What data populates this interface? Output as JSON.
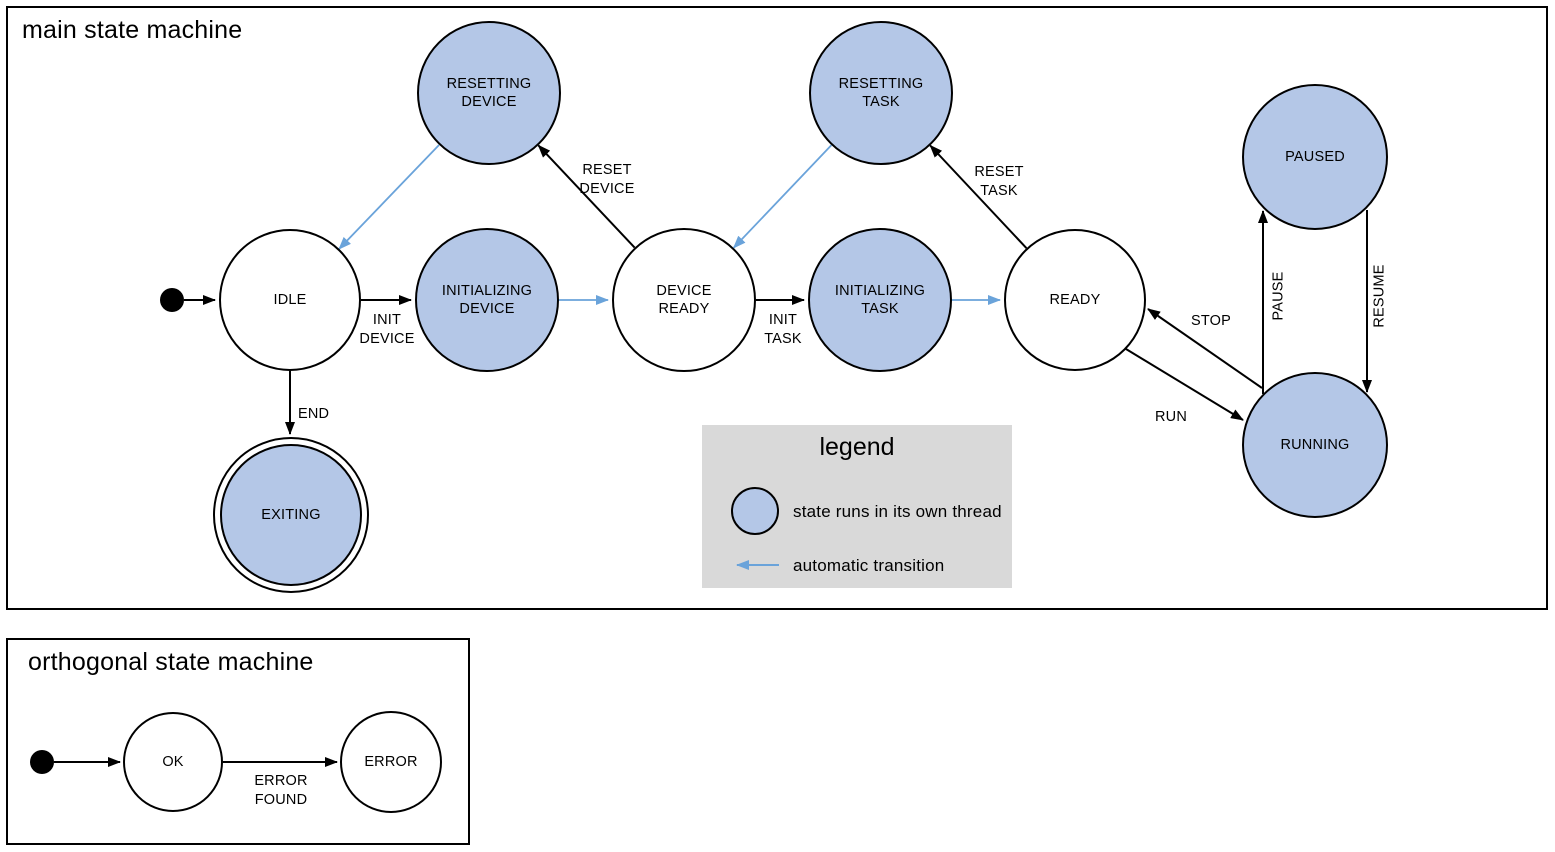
{
  "colors": {
    "threaded_state_fill": "#b4c7e7",
    "automatic_transition_arrow": "#6aa3da",
    "normal_edge": "#000000",
    "legend_background": "#d9d9d9",
    "panel_border": "#000000"
  },
  "main_machine": {
    "title": "main state machine",
    "states": {
      "idle": "IDLE",
      "initializing_device": "INITIALIZING\nDEVICE",
      "device_ready": "DEVICE\nREADY",
      "initializing_task": "INITIALIZING\nTASK",
      "ready": "READY",
      "resetting_device": "RESETTING\nDEVICE",
      "resetting_task": "RESETTING\nTASK",
      "paused": "PAUSED",
      "running": "RUNNING",
      "exiting": "EXITING"
    },
    "transitions": {
      "init_device": "INIT\nDEVICE",
      "init_task": "INIT\nTASK",
      "reset_device": "RESET\nDEVICE",
      "reset_task": "RESET\nTASK",
      "end": "END",
      "stop": "STOP",
      "run": "RUN",
      "pause": "PAUSE",
      "resume": "RESUME"
    }
  },
  "legend": {
    "title": "legend",
    "thread_label": "state runs in its own thread",
    "automatic_label": "automatic transition"
  },
  "orthogonal_machine": {
    "title": "orthogonal state machine",
    "states": {
      "ok": "OK",
      "error": "ERROR"
    },
    "transitions": {
      "error_found": "ERROR\nFOUND"
    }
  }
}
